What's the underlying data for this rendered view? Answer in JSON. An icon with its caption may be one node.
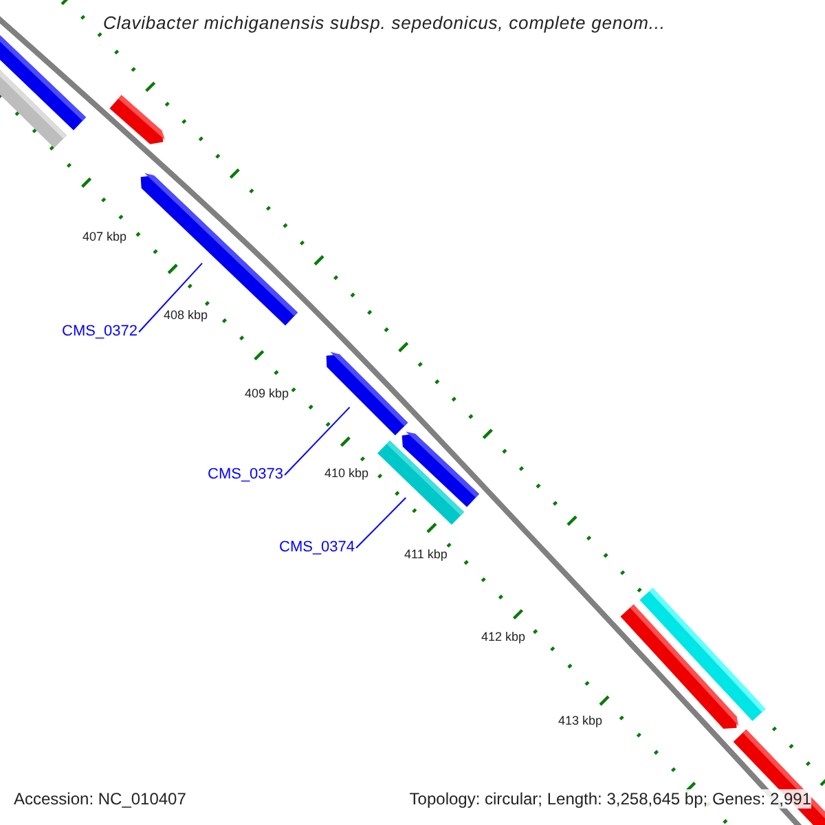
{
  "diagram": {
    "title": "Clavibacter michiganensis subsp. sepedonicus, complete genom...",
    "nodes": [
      {
        "text": [
          "CMS_0372"
        ]
      },
      {
        "text": [],
        "shape": "bar"
      },
      {
        "text": [
          "CMS_0373"
        ]
      },
      {
        "text": [],
        "shape": "bar"
      },
      {
        "text": [
          "CMS_0374"
        ]
      },
      {
        "text": [],
        "shape": "bar"
      }
    ],
    "edges": [
      {
        "from": 0,
        "to": 1,
        "arrow": "none"
      },
      {
        "from": 2,
        "to": 3,
        "arrow": "none"
      },
      {
        "from": 4,
        "to": 5,
        "arrow": "none"
      }
    ],
    "labels": [
      "407 kbp",
      "408 kbp",
      "409 kbp",
      "410 kbp",
      "411 kbp",
      "412 kbp",
      "413 kbp",
      "Accession: NC_010407",
      "Topology: circular; Length: 3,258,645 bp; Genes: 2,991"
    ]
  }
}
